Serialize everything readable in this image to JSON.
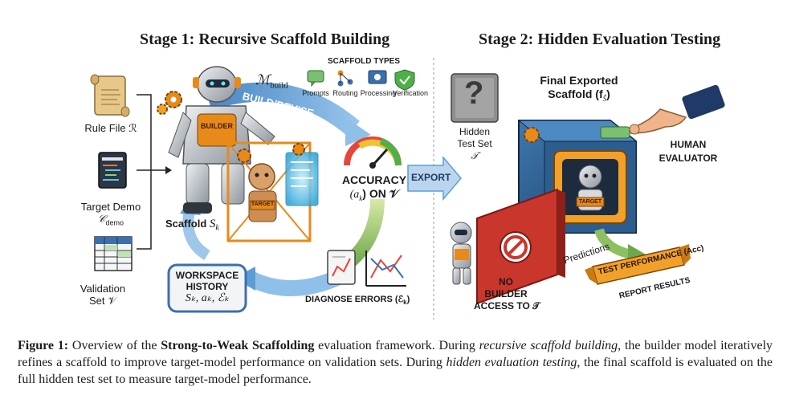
{
  "stage1": {
    "title": "Stage 1: Recursive Scaffold Building",
    "rule_file": "Rule File ℛ",
    "target_demo_line1": "Target Demo",
    "target_demo_line2": "𝒞",
    "target_demo_sub": "demo",
    "validation_line1": "Validation",
    "validation_line2": "Set 𝒱",
    "m_build": "ℳ",
    "m_build_sub": "build",
    "build_revise": "BUILD/REVISE",
    "builder_badge": "BUILDER",
    "target_badge": "TARGET",
    "scaffold_label": "Scaffold ",
    "scaffold_math": "S",
    "scaffold_sub": "k",
    "scaffold_types": {
      "title": "SCAFFOLD TYPES",
      "items": [
        "Prompts",
        "Routing",
        "Processing",
        "Verification"
      ]
    },
    "accuracy_line1": "ACCURACY",
    "accuracy_line2": "(a",
    "accuracy_line2_sub": "k",
    "accuracy_line2_rest": ") ON 𝒱",
    "workspace_line1": "WORKSPACE",
    "workspace_line2": "HISTORY",
    "workspace_math": "Sₖ, aₖ, ℰₖ",
    "diagnose": "DIAGNOSE ERRORS (ℰ",
    "diagnose_sub": "k",
    "diagnose_end": ")"
  },
  "stage2": {
    "title": "Stage 2: Hidden Evaluation Testing",
    "export": "EXPORT",
    "final_line1": "Final Exported",
    "final_line2": "Scaffold (f",
    "final_sub": "Ŝ",
    "final_end": ")",
    "hidden_line1": "Hidden",
    "hidden_line2": "Test Set",
    "hidden_math": "𝒯",
    "human_line1": "HUMAN",
    "human_line2": "EVALUATOR",
    "target_badge": "TARGET",
    "no_builder_line1": "NO",
    "no_builder_line2": "BUILDER",
    "no_builder_line3": "ACCESS TO 𝒯",
    "predictions": "Predictions",
    "test_performance": "TEST PERFORMANCE (Acc)",
    "report_results": "REPORT RESULTS"
  },
  "caption": {
    "label": "Figure 1:",
    "t1": " Overview of the ",
    "bold": "Strong-to-Weak Scaffolding",
    "t2": " evaluation framework. During ",
    "it1": "recursive scaffold building",
    "t3": ", the builder model iteratively refines a scaffold to improve target-model performance on validation sets. During ",
    "it2": "hidden evaluation testing",
    "t4": ", the final scaffold is evaluated on the full hidden test set to measure target-model performance."
  },
  "colors": {
    "scroll": "#e8c88a",
    "robot_metal": "#c9ccd1",
    "robot_orange": "#e88a1a",
    "hologram": "#39b7e8",
    "arrow_blue": "#5b9ed6",
    "arrow_green": "#8cc060",
    "red_wall": "#c9362c",
    "cube_blue": "#2c5d8f",
    "banner_orange": "#f1a12a"
  }
}
